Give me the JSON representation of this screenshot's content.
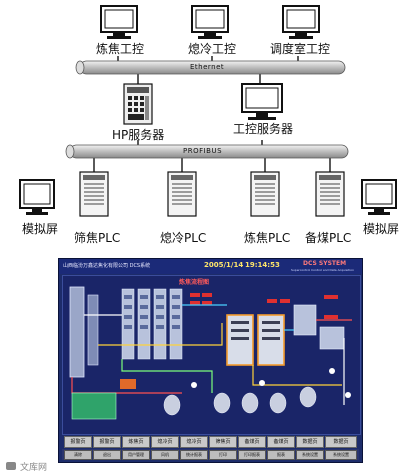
{
  "network": {
    "top_workstations": [
      {
        "label": "炼焦工控"
      },
      {
        "label": "熄冷工控"
      },
      {
        "label": "调度室工控"
      }
    ],
    "ethernet_label": "Ethernet",
    "servers": [
      {
        "label": "HP服务器"
      },
      {
        "label": "工控服务器"
      }
    ],
    "profibus_label": "PROFIBUS",
    "side_screens": [
      {
        "label": "模拟屏"
      },
      {
        "label": "模拟屏"
      }
    ],
    "plcs": [
      {
        "label": "筛焦PLC"
      },
      {
        "label": "熄冷PLC"
      },
      {
        "label": "炼焦PLC"
      },
      {
        "label": "备煤PLC"
      }
    ]
  },
  "hmi": {
    "company": "山西临汾万鑫达焦化有限公司 DCS系统",
    "date": "2005/1/14",
    "time": "19:14:53",
    "brand": "DCS SYSTEM",
    "brand_sub": "Supercontrol Control and Data Acquisition",
    "screen_title": "炼焦流程图",
    "bottom_buttons": [
      "报警页",
      "报警页",
      "炼焦页",
      "熄冷页",
      "熄冷页",
      "筛焦页",
      "备煤页",
      "备煤页",
      "数据页",
      "数据页"
    ],
    "bottom_bar": [
      "清除",
      "退出",
      "用户管理",
      "风机",
      "统计报表",
      "打印",
      "打印报表",
      "报表",
      "系统设置",
      "系统设置"
    ],
    "watermark": "文库网"
  }
}
